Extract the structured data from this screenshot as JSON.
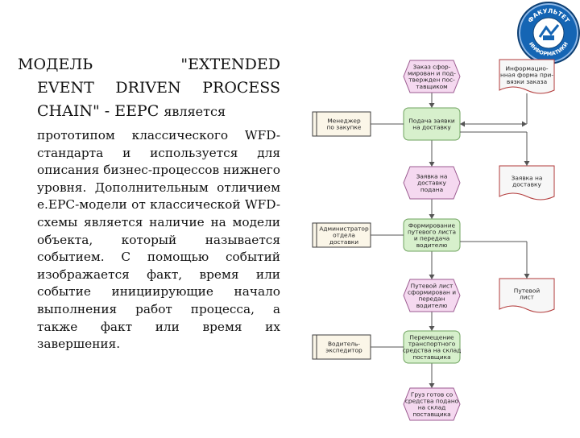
{
  "title": {
    "line1": "МОДЕЛЬ \"EXTENDED",
    "line2": "EVENT DRIVEN PROCESS",
    "line3_main": "CHAIN\" - EEPC",
    "line3_rest": "является"
  },
  "body": "прототипом классического WFD-стандарта и используется для описания бизнес-процессов нижнего уровня. Дополнительным отличием е.EPC-модели от классической WFD-схемы является наличие на модели объекта, который называется событием. С помощью событий изображается факт, время или событие инициирующие начало выполнения работ процесса, а также факт или время их завершения.",
  "badge": {
    "top_text": "ФАКУЛЬТЕТ",
    "bottom_text": "ИНФОРМАТИКИ"
  },
  "diagram": {
    "events": [
      [
        "Заказ сфор-",
        "мирован и под-",
        "твержден пос-",
        "тавщиком"
      ],
      [
        "Заявка на",
        "доставку",
        "подана"
      ],
      [
        "Путевой лист",
        "сформирован и",
        "передан",
        "водителю"
      ],
      [
        "Груз готов со",
        "средства подано",
        "на склад",
        "поставщика"
      ]
    ],
    "functions": [
      [
        "Подача заявки",
        "на доставку"
      ],
      [
        "Формирование",
        "путевого листа",
        "и передача",
        "водителю"
      ],
      [
        "Перемещение",
        "транспортного",
        "средства на склад",
        "поставщика"
      ]
    ],
    "performers": [
      [
        "Менеджер",
        "по закупке"
      ],
      [
        "Администратор",
        "отдела",
        "доставки"
      ],
      [
        "Водитель-",
        "экспедитор"
      ]
    ],
    "documents": [
      [
        "Информацио-",
        "нная форма при-",
        "вязки заказа"
      ],
      [
        "Заявка на",
        "доставку"
      ],
      [
        "Путевой",
        "лист"
      ]
    ],
    "colors": {
      "event_fill": "#f5d9f0",
      "event_stroke": "#9b5a90",
      "function_fill": "#d7f0cc",
      "function_stroke": "#6fa35f",
      "document_fill": "#f7f7f7",
      "document_stroke": "#b23a3a",
      "performer_fill": "#fbf6e8",
      "performer_stroke": "#3c3c3c",
      "connector": "#555555"
    }
  }
}
